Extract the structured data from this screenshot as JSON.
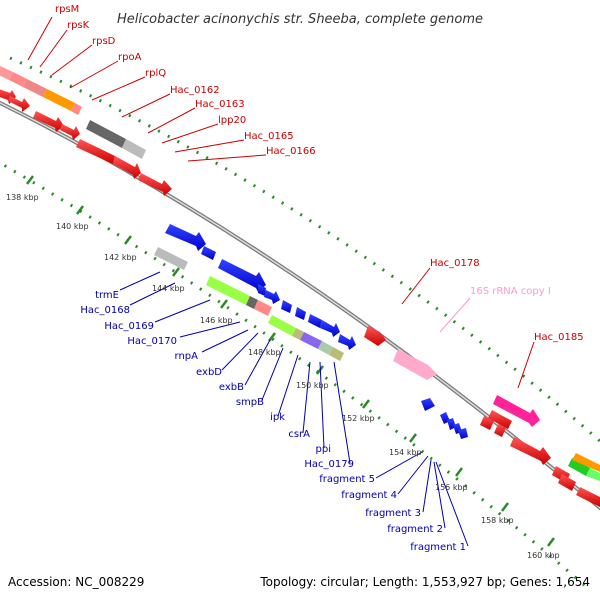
{
  "header": {
    "title": "Helicobacter acinonychis str. Sheeba, complete genome"
  },
  "footer": {
    "accession": "Accession: NC_008229",
    "topology": "Topology: circular; Length: 1,553,927 bp; Genes: 1,654"
  },
  "labels_top": [
    "rpsM",
    "rpsK",
    "rpsD",
    "rpoA",
    "rplQ",
    "Hac_0162",
    "Hac_0163",
    "lpp20",
    "Hac_0165",
    "Hac_0166"
  ],
  "labels_left": [
    "trmE",
    "Hac_0168",
    "Hac_0169",
    "Hac_0170",
    "rnpA",
    "exbD",
    "exbB",
    "smpB",
    "ipk",
    "csrA",
    "ppi",
    "Hac_0179"
  ],
  "labels_fragments": [
    "fragment 5",
    "fragment 4",
    "fragment 3",
    "fragment 2",
    "fragment 1"
  ],
  "labels_right": [
    "Hac_0178",
    "16S rRNA copy I",
    "Hac_0185"
  ],
  "ticks": [
    "138 kbp",
    "140 kbp",
    "142 kbp",
    "144 kbp",
    "146 kbp",
    "148 kbp",
    "150 kbp",
    "152 kbp",
    "154 kbp",
    "156 kbp",
    "158 kbp",
    "160 kbp"
  ],
  "colors": {
    "red_label": "#cc0000",
    "blue_label": "#0000aa",
    "pink_label": "#ff99cc",
    "backbone": "#888888",
    "tick": "#2a8a2a"
  }
}
